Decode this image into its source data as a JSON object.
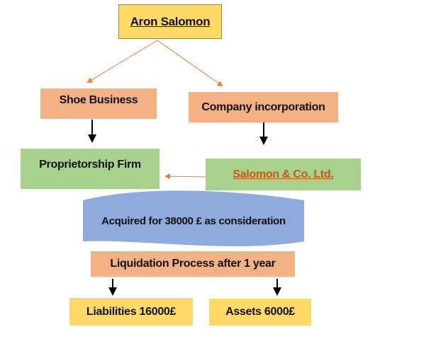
{
  "nodes": {
    "root": "Aron Salomon",
    "shoe_business": "Shoe Business",
    "company_incorporation": "Company incorporation",
    "proprietorship_firm": "Proprietorship Firm",
    "salomon_co": "Salomon & Co. Ltd.",
    "acquired": "Acquired for 38000 £ as consideration",
    "liquidation": "Liquidation Process after 1 year",
    "liabilities": "Liabilities 16000£",
    "assets": "Assets 6000£"
  },
  "colors": {
    "yellow": "#FFD966",
    "peach": "#F4B183",
    "green": "#A9D18E",
    "blue": "#8FAADC",
    "orange_arrow": "#ED7D31",
    "link_text": "#C55A11"
  }
}
